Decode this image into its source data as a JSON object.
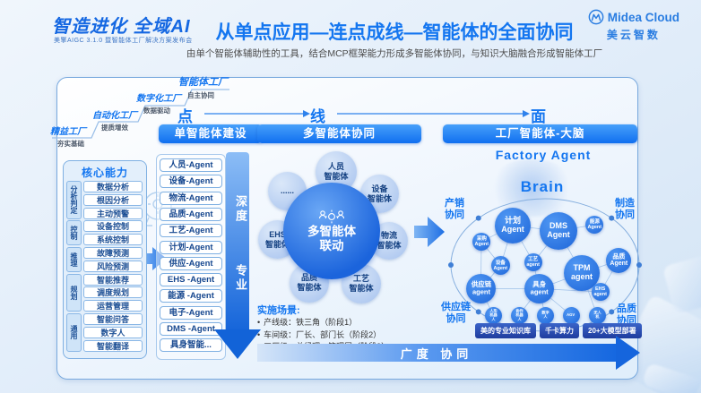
{
  "colors": {
    "accent": "#1476f0",
    "deep_blue": "#1263d8",
    "badge_navy": "#1f3d9e",
    "panel_border": "#79a9de"
  },
  "logo": {
    "title": "智造进化 全域AI",
    "subtitle": "美擎AIGC 3.1.0 暨智能体工厂解决方案发布会"
  },
  "brand": {
    "en": "Midea Cloud",
    "cn": "美云智数"
  },
  "header": {
    "title": "从单点应用—连点成线—智能体的全面协同",
    "subtitle": "由单个智能体辅助性的工具，结合MCP框架能力形成多智能体协同，与知识大脑融合形成智能体工厂"
  },
  "stairs": [
    {
      "label": "精益工厂",
      "note": "夯实基础"
    },
    {
      "label": "自动化工厂",
      "note": "提质增效"
    },
    {
      "label": "数字化工厂",
      "note": "数据驱动"
    },
    {
      "label": "智能体工厂",
      "note": "自主协同"
    }
  ],
  "flow": {
    "point": "点",
    "line": "线",
    "plane": "面"
  },
  "sections": [
    "单智能体建设",
    "多智能体协同",
    "工厂智能体-大脑"
  ],
  "core": {
    "title": "核心能力",
    "groups": [
      {
        "cat": "分析判定",
        "items": [
          "数据分析",
          "根因分析",
          "主动预警"
        ]
      },
      {
        "cat": "控制",
        "items": [
          "设备控制",
          "系统控制"
        ]
      },
      {
        "cat": "推理",
        "items": [
          "故障预测",
          "风险预测"
        ]
      },
      {
        "cat": "规划",
        "items": [
          "智能推荐",
          "调度规划",
          "运营管理"
        ]
      },
      {
        "cat": "通用",
        "items": [
          "智能问答",
          "数字人",
          "智能翻译"
        ]
      }
    ]
  },
  "agents": [
    "人员-Agent",
    "设备-Agent",
    "物流-Agent",
    "品质-Agent",
    "工艺-Agent",
    "计划-Agent",
    "供应-Agent",
    "EHS -Agent",
    "能源 -Agent",
    "电子-Agent",
    "DMS -Agent",
    "具身智能..."
  ],
  "depth": {
    "a": "深度",
    "b": "专业"
  },
  "multi": {
    "center_line1": "多智能体",
    "center_line2": "联动",
    "sats": [
      {
        "l1": "......",
        "l2": ""
      },
      {
        "l1": "人员",
        "l2": "智能体"
      },
      {
        "l1": "设备",
        "l2": "智能体"
      },
      {
        "l1": "物流",
        "l2": "智能体"
      },
      {
        "l1": "工艺",
        "l2": "智能体"
      },
      {
        "l1": "品质",
        "l2": "智能体"
      },
      {
        "l1": "EHS",
        "l2": "智能体"
      }
    ]
  },
  "scenarios": {
    "title": "实施场景:",
    "items": [
      "产线级：铁三角（阶段1）",
      "车间级：厂长、部门长（阶段2）",
      "工厂级：总经理、管理层（阶段3）"
    ]
  },
  "factory": {
    "title": "Factory Agent",
    "brain": "Brain",
    "corners": [
      {
        "l1": "产销",
        "l2": "协同"
      },
      {
        "l1": "制造",
        "l2": "协同"
      },
      {
        "l1": "供应链",
        "l2": "协同"
      },
      {
        "l1": "品质",
        "l2": "协同"
      }
    ],
    "nodes": [
      {
        "l1": "计划",
        "l2": "Agent"
      },
      {
        "l1": "DMS",
        "l2": "Agent"
      },
      {
        "l1": "TPM",
        "l2": "agent"
      },
      {
        "l1": "品质",
        "l2": "Agent"
      },
      {
        "l1": "能源",
        "l2": "Agent"
      },
      {
        "l1": "采购",
        "l2": "Agent"
      },
      {
        "l1": "设备",
        "l2": "Agent"
      },
      {
        "l1": "工艺",
        "l2": "agent"
      },
      {
        "l1": "供应链",
        "l2": "agent"
      },
      {
        "l1": "具身",
        "l2": "agent"
      },
      {
        "l1": "EHS",
        "l2": "agent"
      }
    ],
    "robots": [
      {
        "l1": "人形",
        "l2": "机器人"
      },
      {
        "l1": "协作",
        "l2": "机器人"
      },
      {
        "l1": "数字人",
        "l2": ""
      },
      {
        "l1": "AGV",
        "l2": ""
      },
      {
        "l1": "无人机",
        "l2": ""
      }
    ],
    "badges": [
      "美的专业知识库",
      "千卡算力",
      "20+大模型部署"
    ]
  },
  "breadth": {
    "label": "广度  协同"
  }
}
